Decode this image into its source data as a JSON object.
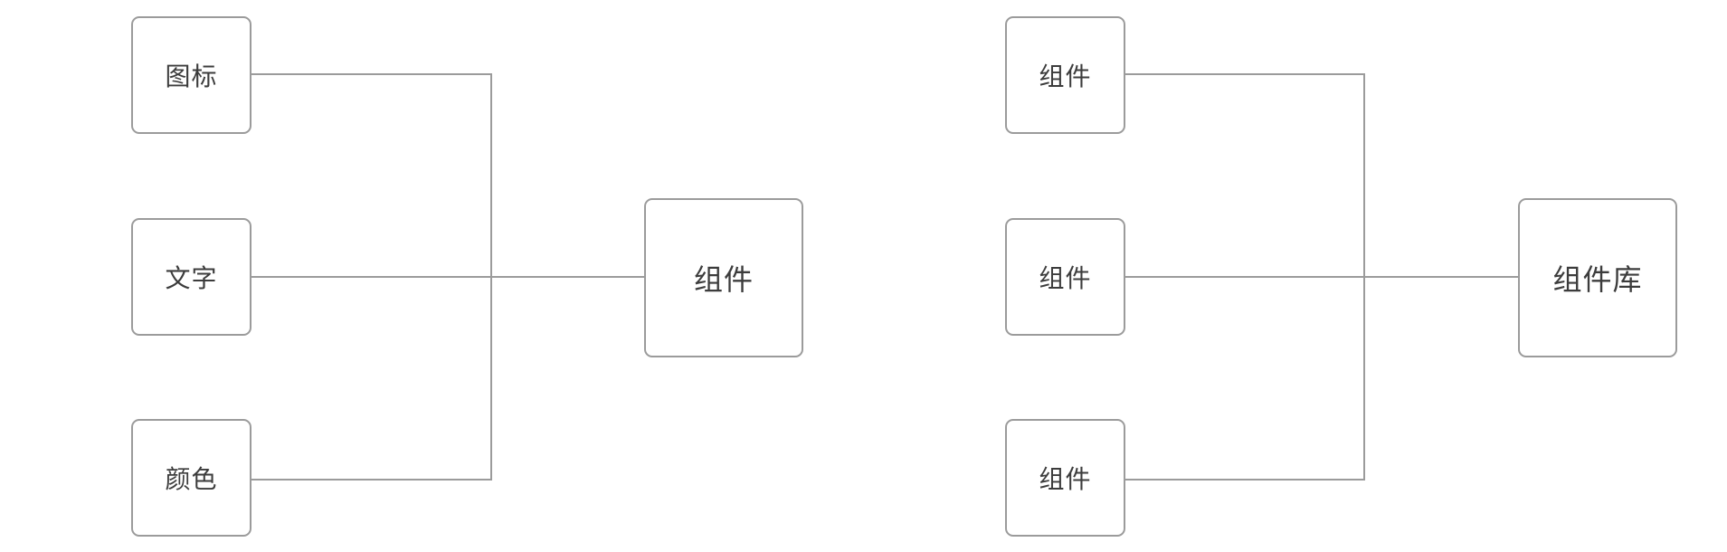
{
  "diagram": {
    "background_color": "#ffffff",
    "node_border_color": "#9b9b9b",
    "edge_color": "#9b9b9b",
    "text_color": "#3c3c3c",
    "left_tree": {
      "root": {
        "label": "组件"
      },
      "children": [
        {
          "label": "图标"
        },
        {
          "label": "文字"
        },
        {
          "label": "颜色"
        }
      ]
    },
    "right_tree": {
      "root": {
        "label": "组件库"
      },
      "children": [
        {
          "label": "组件"
        },
        {
          "label": "组件"
        },
        {
          "label": "组件"
        }
      ]
    }
  }
}
